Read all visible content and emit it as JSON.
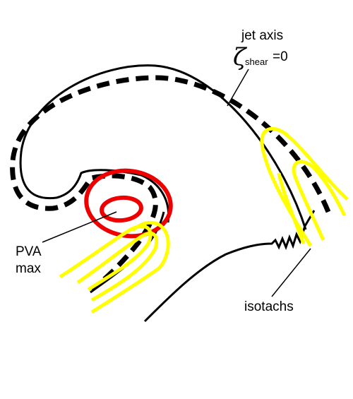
{
  "labels": {
    "jet_axis": "jet axis",
    "zeta_symbol": "ζ",
    "shear_subscript": "shear",
    "equals_zero": "=0",
    "pva_line1": "PVA",
    "pva_line2": "max",
    "isotachs": "isotachs"
  },
  "colors": {
    "background": "#ffffff",
    "line": "#000000",
    "pva_contour": "#ee0000",
    "isotach": "#ffff00"
  }
}
